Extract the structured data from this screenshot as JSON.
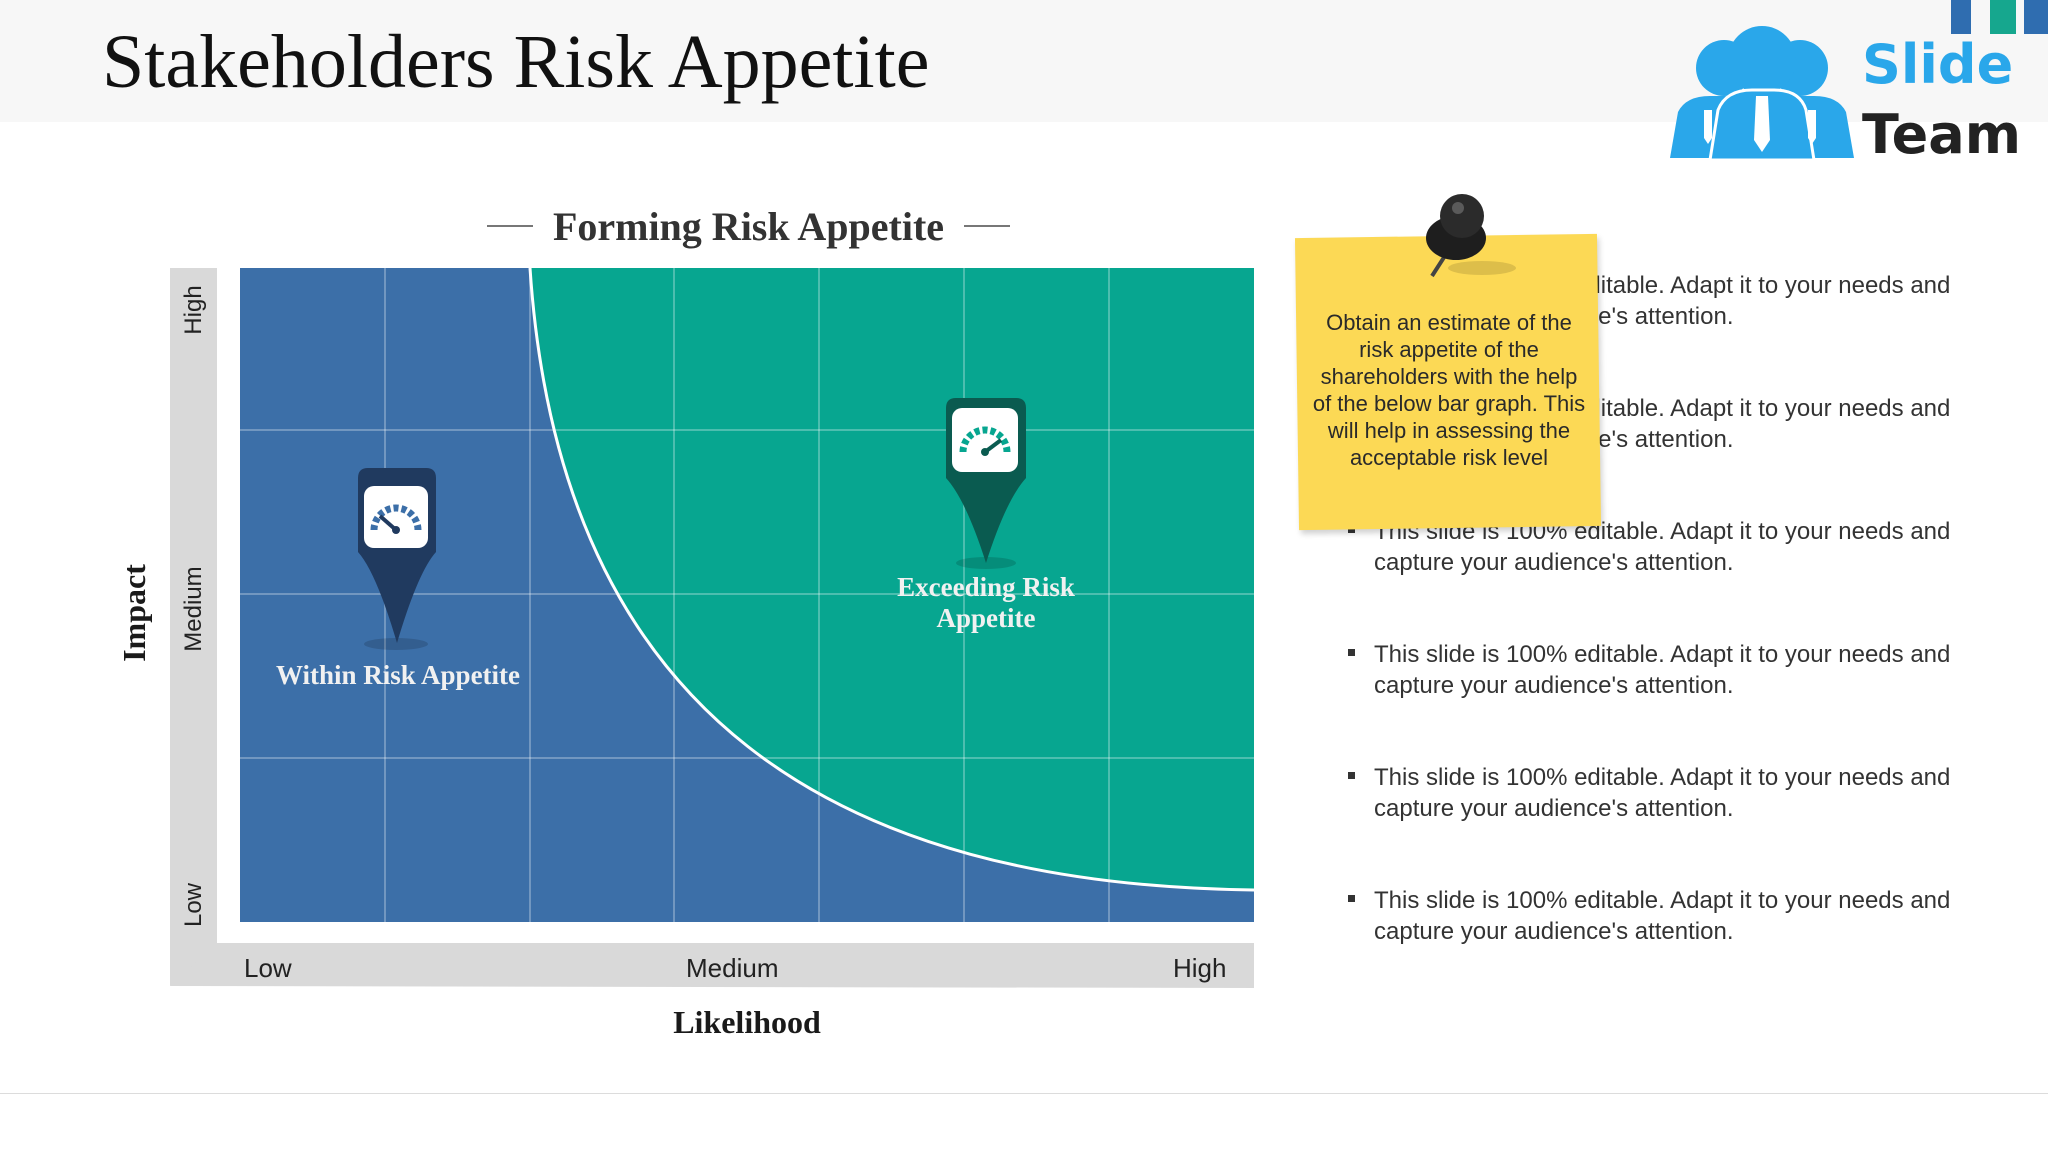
{
  "header": {
    "title": "Stakeholders Risk Appetite"
  },
  "logo": {
    "line1": "Slide",
    "line2": "Team"
  },
  "chart_data": {
    "type": "diagram",
    "title": "Forming Risk Appetite",
    "xlabel": "Likelihood",
    "ylabel": "Impact",
    "x_ticks": [
      "Low",
      "Medium",
      "High"
    ],
    "y_ticks": [
      "Low",
      "Medium",
      "High"
    ],
    "regions": [
      {
        "name": "Within Risk Appetite",
        "color": "#3c6fa8",
        "icon": "gauge-low-icon"
      },
      {
        "name": "Exceeding Risk Appetite",
        "color": "#07a690",
        "icon": "gauge-high-icon"
      }
    ]
  },
  "note": {
    "text": "Obtain an estimate of the risk appetite of the shareholders with the help of the below bar graph. This will help in assessing the acceptable risk level"
  },
  "bullets": [
    "This slide is 100% editable. Adapt it to your needs and capture your audience's attention.",
    "This slide is 100% editable. Adapt it to your needs and capture your audience's attention.",
    "This slide is 100% editable. Adapt it to your needs and capture your audience's attention.",
    "This slide is 100% editable. Adapt it to your needs and capture your audience's attention.",
    "This slide is 100% editable. Adapt it to your needs and capture your audience's attention.",
    "This slide is 100% editable. Adapt it to your needs and capture your audience's attention."
  ],
  "colors": {
    "within": "#3c6fa8",
    "exceeding": "#07a690",
    "note": "#fcd955",
    "logo_blue": "#2aa7ea"
  }
}
